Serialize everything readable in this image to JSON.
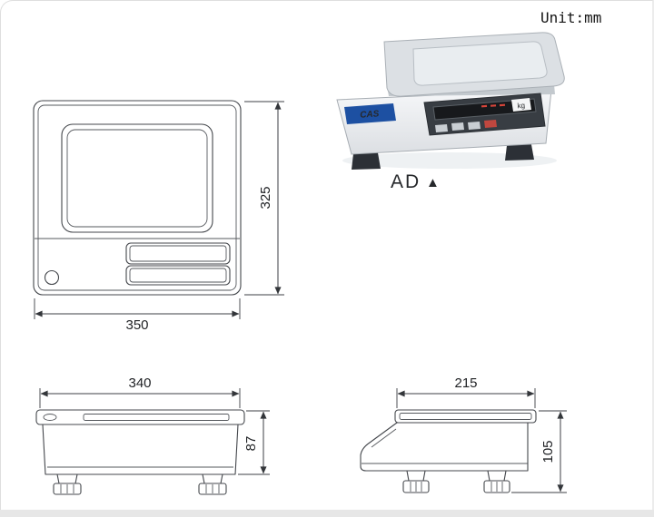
{
  "page": {
    "unit_label": "Unit:mm"
  },
  "product": {
    "model": "AD",
    "marker": "▲",
    "brand": "CAS",
    "display_unit": "kg"
  },
  "views": {
    "top": {
      "width": "350",
      "height": "325"
    },
    "front": {
      "width": "340",
      "height": "87"
    },
    "side": {
      "width": "215",
      "height": "105"
    }
  },
  "colors": {
    "brand_blue": "#1d50a2",
    "model_gray": "#8d939a",
    "line": "#44474c"
  }
}
